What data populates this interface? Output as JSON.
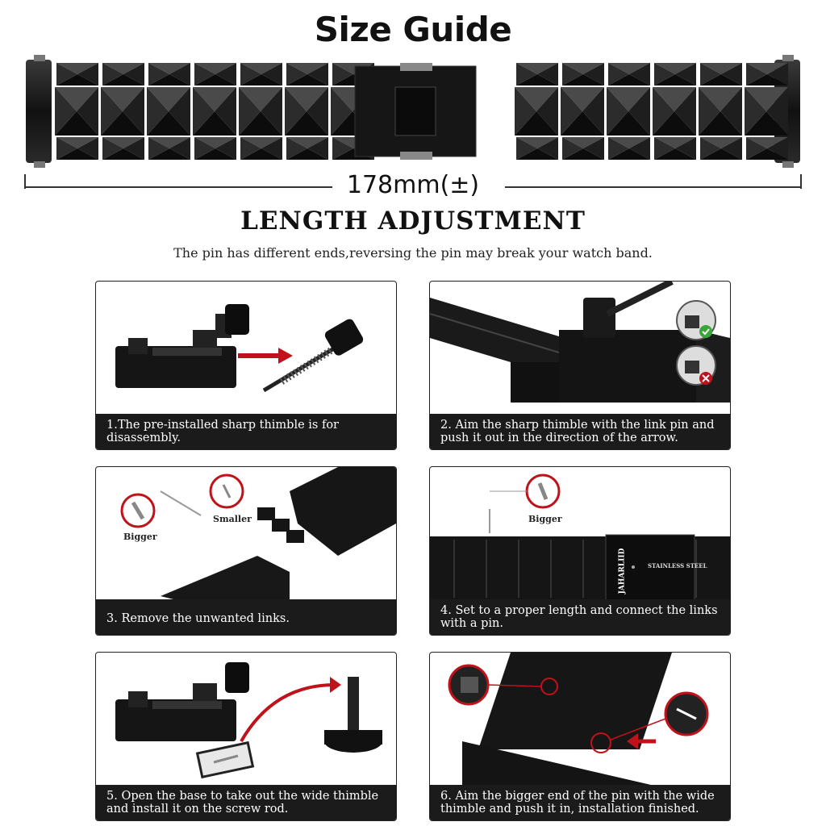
{
  "title": "Size Guide",
  "length_label": "178mm(±)",
  "heading": "LENGTH ADJUSTMENT",
  "subheading": "The pin has different ends,reversing the pin may break your watch band.",
  "steps": [
    {
      "caption": "1.The pre-installed sharp thimble is for disassembly."
    },
    {
      "caption": "2. Aim the sharp thimble with the link pin and push it out in the direction of the arrow."
    },
    {
      "caption": "3. Remove the unwanted links."
    },
    {
      "caption": "4. Set to a proper length and connect the links with a pin."
    },
    {
      "caption": "5. Open the base to take out the wide thimble and install it on the screw rod."
    },
    {
      "caption": "6. Aim the bigger end of the pin with the wide thimble and push it in, installation finished."
    }
  ],
  "labels": {
    "bigger": "Bigger",
    "smaller": "Smaller",
    "brand": "JAHARLIID",
    "clasp_text": "STAINLESS STEEL"
  },
  "colors": {
    "band": "#1a1a1a",
    "caption_bg": "#1b1b1b",
    "accent_red": "#c0121a",
    "ok_green": "#3aa63a"
  }
}
